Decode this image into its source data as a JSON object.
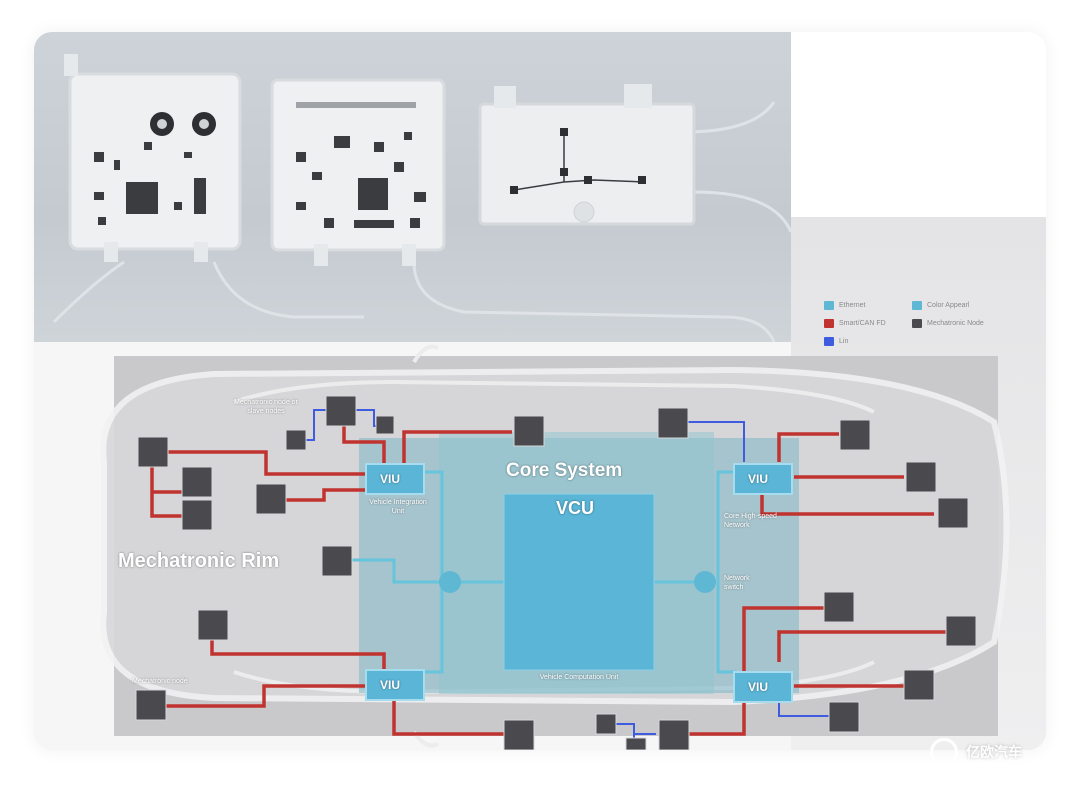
{
  "diagram": {
    "core_system": "Core System",
    "vcu": "VCU",
    "vcu_full": "Vehicle Computation Unit",
    "viu": "VIU",
    "viu_full": "Vehicle Integration Unit",
    "mechatronic_rim": "Mechatronic Rim",
    "mechatronic_node": "Mechatronic node",
    "mechatronic_slave": "Mechatronic node or slave nodes",
    "core_network": "Core High-speed Network",
    "network_switch": "Network switch"
  },
  "legend": {
    "items": [
      {
        "label": "Ethernet",
        "color": "#5fb8d3"
      },
      {
        "label": "Color Appearl",
        "color": "#5fb8d3"
      },
      {
        "label": "Smart/CAN FD",
        "color": "#c0332f"
      },
      {
        "label": "Mechatronic Node",
        "color": "#4b4b4f"
      },
      {
        "label": "Lin",
        "color": "#3f5be0"
      }
    ]
  },
  "colors": {
    "red_wire": "#c0332f",
    "blue_wire": "#3f5be0",
    "ethernet": "#66c4dd",
    "node": "#4a4a4e",
    "zone": "#7fb7c4"
  },
  "watermark": {
    "text": "亿欧汽车"
  }
}
